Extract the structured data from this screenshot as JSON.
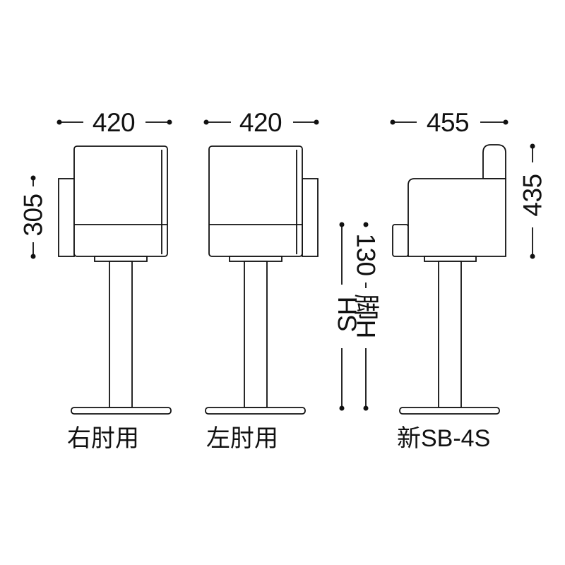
{
  "dimensions": {
    "width_right": "420",
    "width_left": "420",
    "width_side": "455",
    "height_arm": "305",
    "height_total": "435",
    "seat_above_frame": "130",
    "sh_label": "SH",
    "leg_h_label": "脚H"
  },
  "captions": {
    "right_arm": "右肘用",
    "left_arm": "左肘用",
    "model": "新SB-4S"
  },
  "colors": {
    "line": "#111111",
    "background": "#ffffff"
  }
}
